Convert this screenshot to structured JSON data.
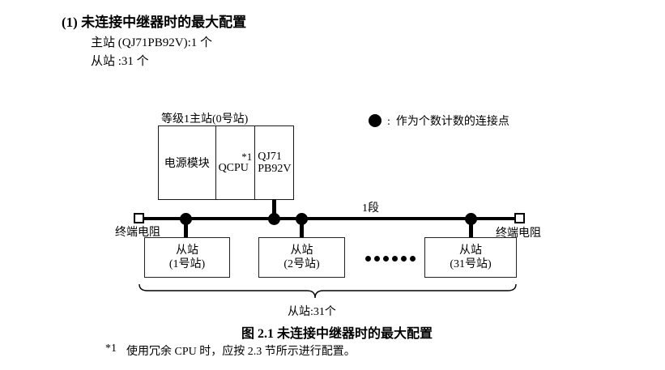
{
  "colors": {
    "ink": "#000000",
    "background": "#ffffff"
  },
  "page": {
    "heading": "(1) 未连接中继器时的最大配置",
    "master_line": "主站 (QJ71PB92V):1 个",
    "slave_line": "从站 :31 个"
  },
  "legend": {
    "icon": "filled-circle",
    "label": ":  作为个数计数的连接点"
  },
  "diagram": {
    "master_label": "等级1主站(0号站)",
    "master_modules": {
      "power": "电源模块",
      "cpu": "QCPU",
      "cpu_note": "*1",
      "pb92v_line1": "QJ71",
      "pb92v_line2": "PB92V"
    },
    "segment_label": "1段",
    "terminator_left": "终端电阻",
    "terminator_right": "终端电阻",
    "slaves": [
      {
        "line1": "从站",
        "line2": "(1号站)"
      },
      {
        "line1": "从站",
        "line2": "(2号站)"
      },
      {
        "line1": "从站",
        "line2": "(31号站)"
      }
    ],
    "brace_label": "从站:31个"
  },
  "caption": "图 2.1 未连接中继器时的最大配置",
  "footnote": {
    "marker": "*1",
    "text": "使用冗余 CPU 时，应按 2.3 节所示进行配置。"
  }
}
